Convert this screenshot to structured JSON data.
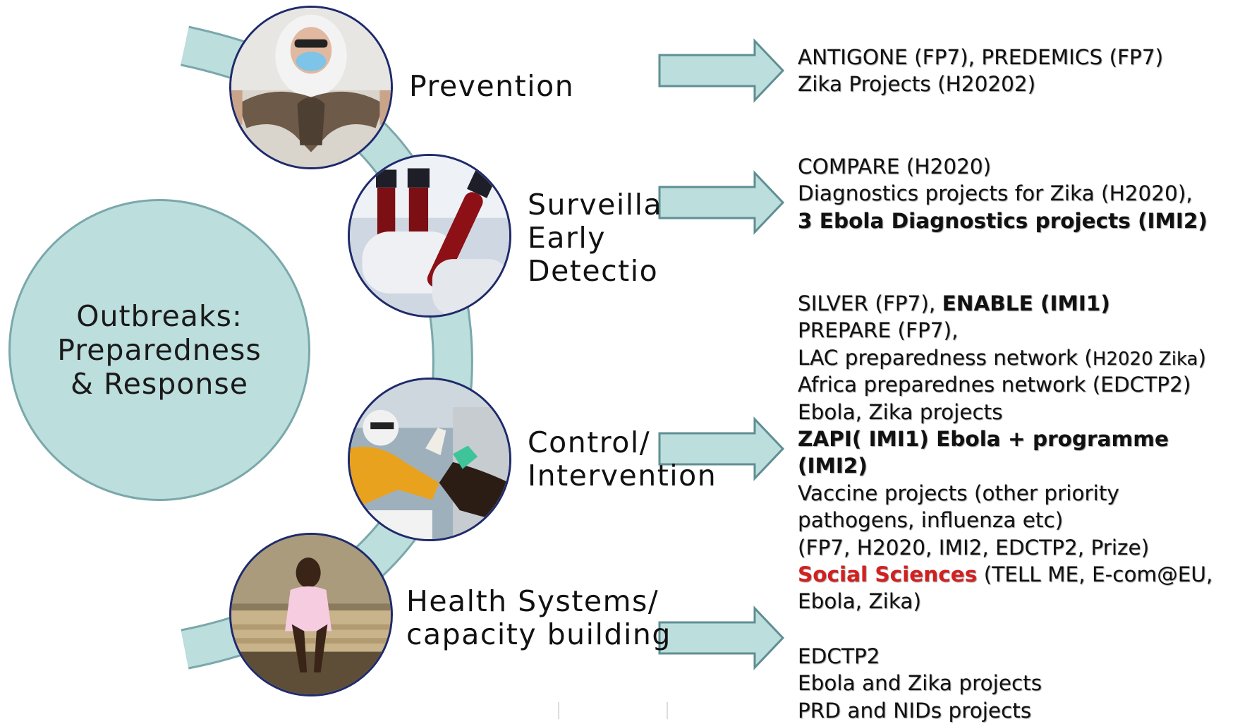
{
  "center": {
    "label": "Outbreaks:\nPreparedness\n& Response"
  },
  "stages": [
    {
      "label": "Prevention"
    },
    {
      "label": "Surveillance\nEarly\nDetection"
    },
    {
      "label": "Control/\nIntervention"
    },
    {
      "label": "Health Systems/\ncapacity building"
    }
  ],
  "projects": {
    "prevention": [
      "ANTIGONE (FP7), PREDEMICS (FP7)",
      "Zika Projects (H20202)"
    ],
    "surveillance": {
      "line1": "COMPARE (H2020)",
      "line2": "Diagnostics projects for Zika (H2020),",
      "line3": "3 Ebola Diagnostics projects (IMI2)"
    },
    "control": {
      "l1a": "SILVER (FP7), ",
      "l1b": "ENABLE (IMI1)",
      "l2": "PREPARE (FP7),",
      "l3a": "LAC preparedness network (",
      "l3b": "H2020 Zika",
      "l3c": ")",
      "l4": "Africa preparednes network (EDCTP2)",
      "l5": "Ebola, Zika projects",
      "l6": "ZAPI( IMI1) Ebola + programme",
      "l7": "(IMI2)",
      "l8": "Vaccine projects (other priority",
      "l9": "pathogens, influenza etc)",
      "l10": "(FP7, H2020, IMI2, EDCTP2, Prize)",
      "l11a": "Social Sciences",
      "l11b": " (TELL ME, E-com@EU,",
      "l12": "Ebola, Zika)"
    },
    "health": [
      "EDCTP2",
      "Ebola and Zika projects",
      "PRD and NIDs projects"
    ]
  },
  "colors": {
    "teal_fill": "#bcdedd",
    "teal_stroke": "#7aa8ab",
    "photo_border": "#1f2a6b",
    "highlight_red": "#d41f1f"
  },
  "photos": [
    "researcher-holding-bat",
    "blood-sample-tubes",
    "ebola-health-worker",
    "child-on-hospital-bed"
  ]
}
